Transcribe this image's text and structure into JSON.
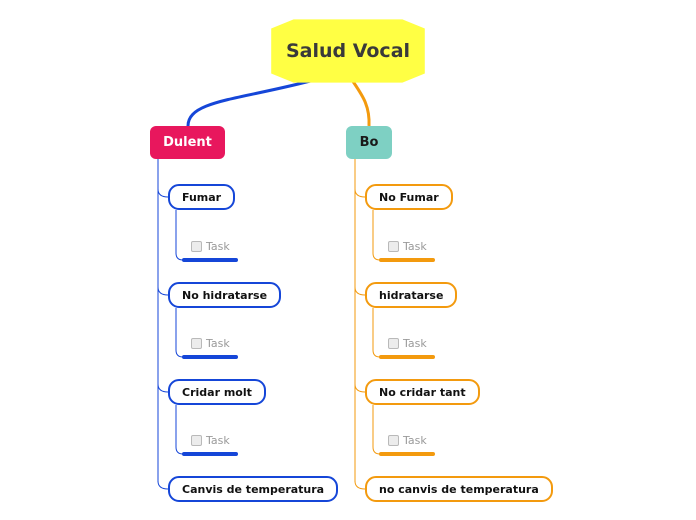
{
  "root": {
    "title": "Salud Vocal"
  },
  "branches": {
    "left": {
      "label": "Dulent",
      "items": [
        "Fumar",
        "No hidratarse",
        "Cridar molt",
        "Canvis de temperatura"
      ],
      "task_label": "Task"
    },
    "right": {
      "label": "Bo",
      "items": [
        "No Fumar",
        "hidratarse",
        "No cridar tant",
        "no canvis de temperatura"
      ],
      "task_label": "Task"
    }
  },
  "colors": {
    "root": "#ffff44",
    "left_branch": "#e8175d",
    "right_branch": "#7ed0c3",
    "left_accent": "#1546d8",
    "right_accent": "#f39a0e"
  }
}
